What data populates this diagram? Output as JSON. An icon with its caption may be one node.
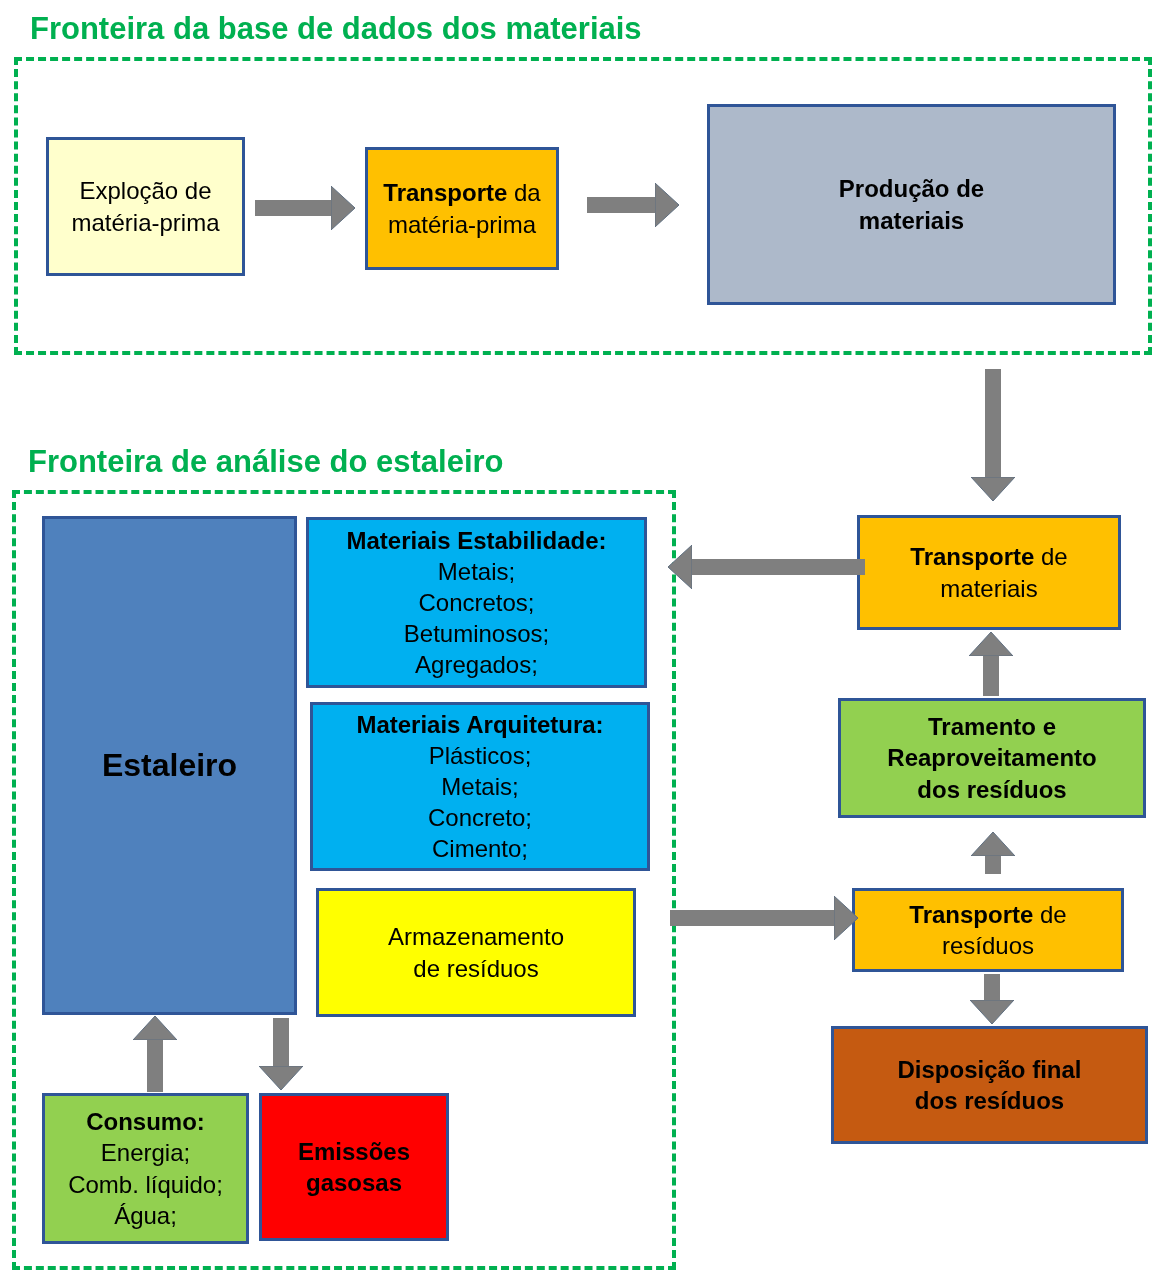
{
  "diagram": {
    "nodes": [
      {
        "text": [
          "Fronteira da base de dados dos materiais"
        ]
      },
      {
        "text": [
          "Exploção de matéria-prima"
        ],
        "in": 0
      },
      {
        "text": [
          "**Transporte** da matéria-prima"
        ],
        "in": 0
      },
      {
        "text": [
          "Produção de materiais"
        ],
        "in": 0
      },
      {
        "text": [
          "Fronteira de análise do estaleiro"
        ]
      },
      {
        "text": [
          "Estaleiro"
        ],
        "in": 4
      },
      {
        "text": [
          "Materiais Estabilidade:",
          "Metais;",
          "Concretos;",
          "Betuminosos;",
          "Agregados;"
        ],
        "in": 4
      },
      {
        "text": [
          "Materiais Arquitetura:",
          "Plásticos;",
          "Metais;",
          "Concreto;",
          "Cimento;"
        ],
        "in": 4
      },
      {
        "text": [
          "Armazenamento de resíduos"
        ],
        "in": 4
      },
      {
        "text": [
          "Consumo:",
          "Energia;",
          "Comb. líquido;",
          "Água;"
        ],
        "in": 4
      },
      {
        "text": [
          "Emissões gasosas"
        ],
        "in": 4
      },
      {
        "text": [
          "**Transporte** de materiais"
        ]
      },
      {
        "text": [
          "Tramento e Reaproveitamento dos resíduos"
        ]
      },
      {
        "text": [
          "**Transporte** de resíduos"
        ]
      },
      {
        "text": [
          "Disposição final dos resíduos"
        ]
      }
    ],
    "edges": [
      {
        "from": 1,
        "to": 2,
        "arrow": "to"
      },
      {
        "from": 2,
        "to": 3,
        "arrow": "to"
      },
      {
        "from": 0,
        "to": 11,
        "arrow": "to"
      },
      {
        "from": 11,
        "to": 4,
        "arrow": "to"
      },
      {
        "from": 12,
        "to": 11,
        "arrow": "to"
      },
      {
        "from": 13,
        "to": 12,
        "arrow": "to"
      },
      {
        "from": 4,
        "to": 13,
        "arrow": "to"
      },
      {
        "from": 13,
        "to": 14,
        "arrow": "to"
      },
      {
        "from": 9,
        "to": 5,
        "arrow": "to"
      },
      {
        "from": 5,
        "to": 10,
        "arrow": "to"
      }
    ]
  }
}
